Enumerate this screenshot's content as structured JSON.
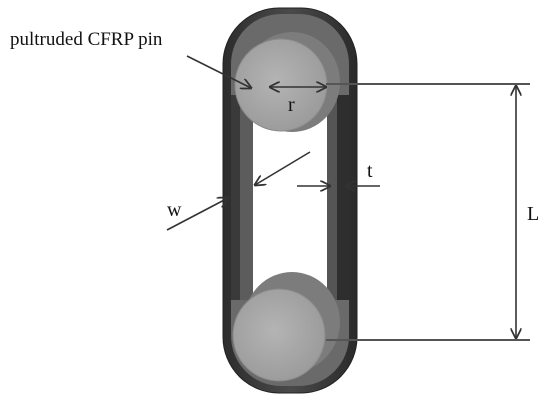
{
  "labels": {
    "pin": "pultruded CFRP pin",
    "radius": "r",
    "thickness": "t",
    "width": "w",
    "length": "L"
  },
  "colors": {
    "band_outer": "#3a3a3a",
    "band_inner": "#5a5a5a",
    "pin_face": "#a8a8a8",
    "pin_side": "#7a7a7a",
    "dimension_line": "#555555"
  }
}
